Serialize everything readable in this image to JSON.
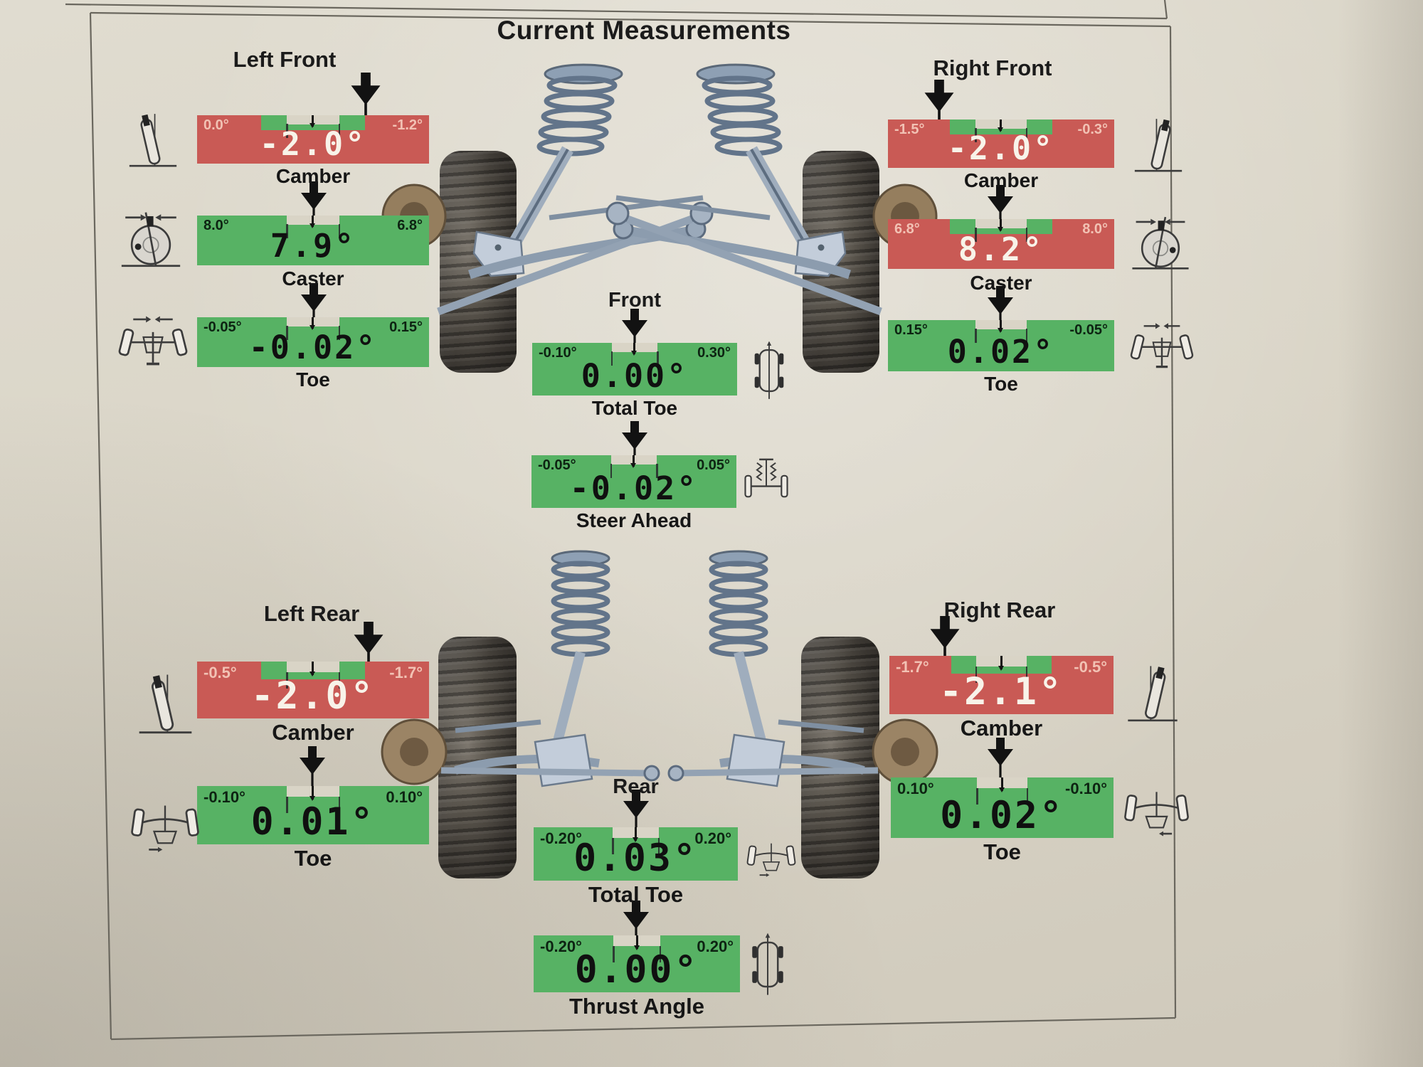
{
  "title": "Current Measurements",
  "colors": {
    "red": "#c95a55",
    "green": "#57b264",
    "paper": "#d9d4c6",
    "ink": "#1b1b1b"
  },
  "icons": [
    "camber-tilted-wheel-icon",
    "caster-wheel-side-icon",
    "toe-top-view-icon",
    "vehicle-top-view-icon",
    "front-suspension-icon",
    "rear-axle-top-view-icon"
  ],
  "sections": {
    "left_front": {
      "heading": "Left Front",
      "gauges": [
        {
          "id": "camber",
          "label": "Camber",
          "scale_left": "0.0°",
          "scale_right": "-1.2°",
          "value": "-2.0°",
          "status": "red"
        },
        {
          "id": "caster",
          "label": "Caster",
          "scale_left": "8.0°",
          "scale_right": "6.8°",
          "value": "7.9°",
          "status": "green"
        },
        {
          "id": "toe",
          "label": "Toe",
          "scale_left": "-0.05°",
          "scale_right": "0.15°",
          "value": "-0.02°",
          "status": "green"
        }
      ]
    },
    "right_front": {
      "heading": "Right Front",
      "gauges": [
        {
          "id": "camber",
          "label": "Camber",
          "scale_left": "-1.5°",
          "scale_right": "-0.3°",
          "value": "-2.0°",
          "status": "red"
        },
        {
          "id": "caster",
          "label": "Caster",
          "scale_left": "6.8°",
          "scale_right": "8.0°",
          "value": "8.2°",
          "status": "red"
        },
        {
          "id": "toe",
          "label": "Toe",
          "scale_left": "0.15°",
          "scale_right": "-0.05°",
          "value": "0.02°",
          "status": "green"
        }
      ]
    },
    "front_axle": {
      "heading": "Front",
      "gauges": [
        {
          "id": "total_toe",
          "label": "Total Toe",
          "scale_left": "-0.10°",
          "scale_right": "0.30°",
          "value": "0.00°",
          "status": "green"
        },
        {
          "id": "steer_ahead",
          "label": "Steer Ahead",
          "scale_left": "-0.05°",
          "scale_right": "0.05°",
          "value": "-0.02°",
          "status": "green"
        }
      ]
    },
    "left_rear": {
      "heading": "Left Rear",
      "gauges": [
        {
          "id": "camber",
          "label": "Camber",
          "scale_left": "-0.5°",
          "scale_right": "-1.7°",
          "value": "-2.0°",
          "status": "red"
        },
        {
          "id": "toe",
          "label": "Toe",
          "scale_left": "-0.10°",
          "scale_right": "0.10°",
          "value": "0.01°",
          "status": "green"
        }
      ]
    },
    "right_rear": {
      "heading": "Right Rear",
      "gauges": [
        {
          "id": "camber",
          "label": "Camber",
          "scale_left": "-1.7°",
          "scale_right": "-0.5°",
          "value": "-2.1°",
          "status": "red"
        },
        {
          "id": "toe",
          "label": "Toe",
          "scale_left": "0.10°",
          "scale_right": "-0.10°",
          "value": "0.02°",
          "status": "green"
        }
      ]
    },
    "rear_axle": {
      "heading": "Rear",
      "gauges": [
        {
          "id": "total_toe",
          "label": "Total Toe",
          "scale_left": "-0.20°",
          "scale_right": "0.20°",
          "value": "0.03°",
          "status": "green"
        },
        {
          "id": "thrust_angle",
          "label": "Thrust Angle",
          "scale_left": "-0.20°",
          "scale_right": "0.20°",
          "value": "0.00°",
          "status": "green"
        }
      ]
    }
  }
}
